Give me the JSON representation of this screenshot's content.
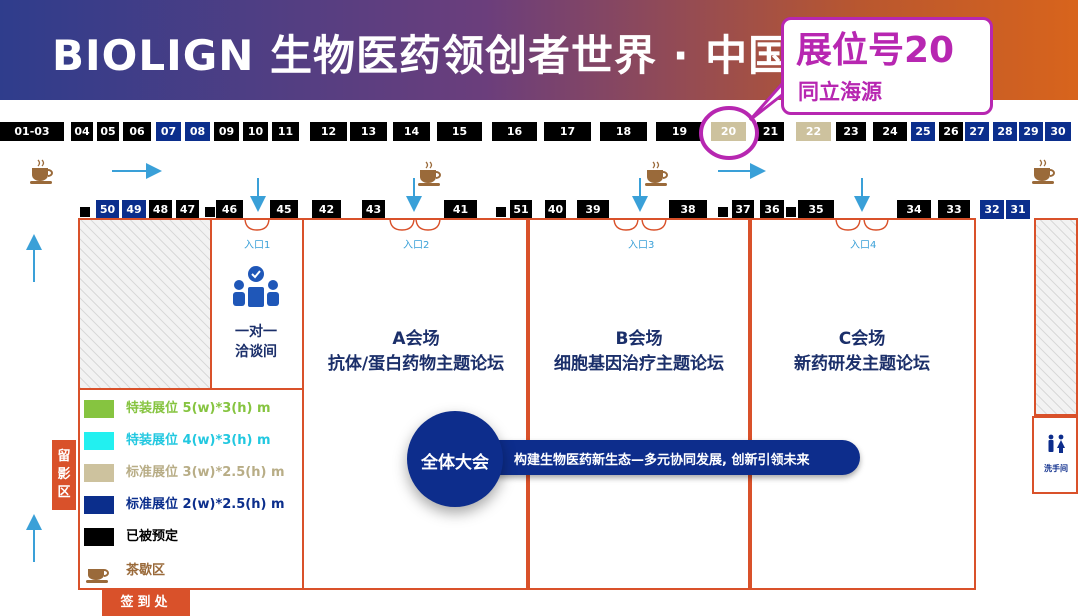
{
  "header": {
    "title": "BIOLIGN 生物医药领创者世界 · 中国",
    "callout_booth": "展位号20",
    "callout_company": "同立海源"
  },
  "top_booths": [
    {
      "label": "01-03",
      "kind": "black"
    },
    {
      "label": "04",
      "kind": "black"
    },
    {
      "label": "05",
      "kind": "black"
    },
    {
      "label": "06",
      "kind": "black"
    },
    {
      "label": "07",
      "kind": "blue"
    },
    {
      "label": "08",
      "kind": "blue"
    },
    {
      "label": "09",
      "kind": "black"
    },
    {
      "label": "10",
      "kind": "black"
    },
    {
      "label": "11",
      "kind": "black"
    },
    {
      "label": "12",
      "kind": "black"
    },
    {
      "label": "13",
      "kind": "black"
    },
    {
      "label": "14",
      "kind": "black"
    },
    {
      "label": "15",
      "kind": "black"
    },
    {
      "label": "16",
      "kind": "black"
    },
    {
      "label": "17",
      "kind": "black"
    },
    {
      "label": "18",
      "kind": "black"
    },
    {
      "label": "19",
      "kind": "black"
    },
    {
      "label": "20",
      "kind": "khaki"
    },
    {
      "label": "21",
      "kind": "black"
    },
    {
      "label": "22",
      "kind": "khaki"
    },
    {
      "label": "23",
      "kind": "black"
    },
    {
      "label": "24",
      "kind": "black"
    },
    {
      "label": "25",
      "kind": "blue"
    },
    {
      "label": "26",
      "kind": "black"
    },
    {
      "label": "27",
      "kind": "blue"
    },
    {
      "label": "28",
      "kind": "blue"
    },
    {
      "label": "29",
      "kind": "blue"
    },
    {
      "label": "30",
      "kind": "blue"
    }
  ],
  "second_booths": [
    {
      "label": "50",
      "kind": "blue"
    },
    {
      "label": "49",
      "kind": "blue"
    },
    {
      "label": "48",
      "kind": "black"
    },
    {
      "label": "47",
      "kind": "black"
    },
    {
      "label": "46",
      "kind": "black"
    },
    {
      "label": "45",
      "kind": "black"
    },
    {
      "label": "42",
      "kind": "black"
    },
    {
      "label": "43",
      "kind": "black"
    },
    {
      "label": "41",
      "kind": "black"
    },
    {
      "label": "51",
      "kind": "black"
    },
    {
      "label": "40",
      "kind": "black"
    },
    {
      "label": "39",
      "kind": "black"
    },
    {
      "label": "38",
      "kind": "black"
    },
    {
      "label": "37",
      "kind": "black"
    },
    {
      "label": "36",
      "kind": "black"
    },
    {
      "label": "35",
      "kind": "black"
    },
    {
      "label": "34",
      "kind": "black"
    },
    {
      "label": "33",
      "kind": "black"
    },
    {
      "label": "32",
      "kind": "blue"
    },
    {
      "label": "31",
      "kind": "blue"
    }
  ],
  "entrances": [
    "入口1",
    "入口2",
    "入口3",
    "入口4"
  ],
  "meeting_room": "一对一\n洽谈间",
  "halls": [
    {
      "name": "A会场",
      "topic": "抗体/蛋白药物主题论坛"
    },
    {
      "name": "B会场",
      "topic": "细胞基因治疗主题论坛"
    },
    {
      "name": "C会场",
      "topic": "新药研发主题论坛"
    }
  ],
  "plenary": {
    "name": "全体大会",
    "theme": "构建生物医药新生态—多元协同发展, 创新引领未来"
  },
  "legend": [
    {
      "label": "特装展位 5(w)*3(h)  m",
      "color": "#86c440",
      "text_color": "#86c440"
    },
    {
      "label": "特装展位 4(w)*3(h)  m",
      "color": "#22f0f0",
      "text_color": "#22c8e0"
    },
    {
      "label": "标准展位 3(w)*2.5(h) m",
      "color": "#cdc29e",
      "text_color": "#b8ad86"
    },
    {
      "label": "标准展位 2(w)*2.5(h) m",
      "color": "#0b2e8c",
      "text_color": "#0b2e8c"
    },
    {
      "label": "已被预定",
      "color": "#000000",
      "text_color": "#000000"
    },
    {
      "label": "茶歇区",
      "color": "tea",
      "text_color": "#9a6a3a"
    }
  ],
  "photo_area": "留影区",
  "signin": "签到处",
  "restroom": "洗手间"
}
